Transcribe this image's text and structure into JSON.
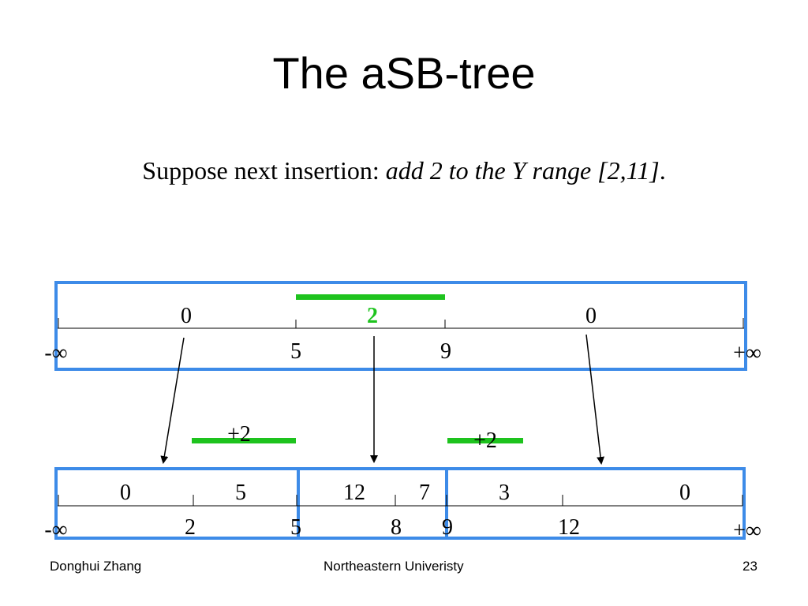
{
  "slide": {
    "title": "The aSB-tree",
    "subtitle_plain": "Suppose next insertion: ",
    "subtitle_italic": "add 2 to the Y range [2,11]",
    "subtitle_end": "."
  },
  "root_node": {
    "values": [
      "0",
      "2",
      "0"
    ],
    "keys": [
      "-∞",
      "5",
      "9",
      "+∞"
    ],
    "highlight_value": "2"
  },
  "child_nodes": {
    "values": [
      "0",
      "5",
      "12",
      "7",
      "3",
      "0"
    ],
    "keys": [
      "-∞",
      "2",
      "5",
      "8",
      "9",
      "12",
      "+∞"
    ]
  },
  "increments": [
    "+2",
    "+2"
  ],
  "colors": {
    "box_border": "#3d8be8",
    "green_bar": "#1ec31e",
    "green_text": "#1ec31e"
  },
  "footer": {
    "left": "Donghui Zhang",
    "center": "Northeastern Univeristy",
    "page": "23"
  }
}
